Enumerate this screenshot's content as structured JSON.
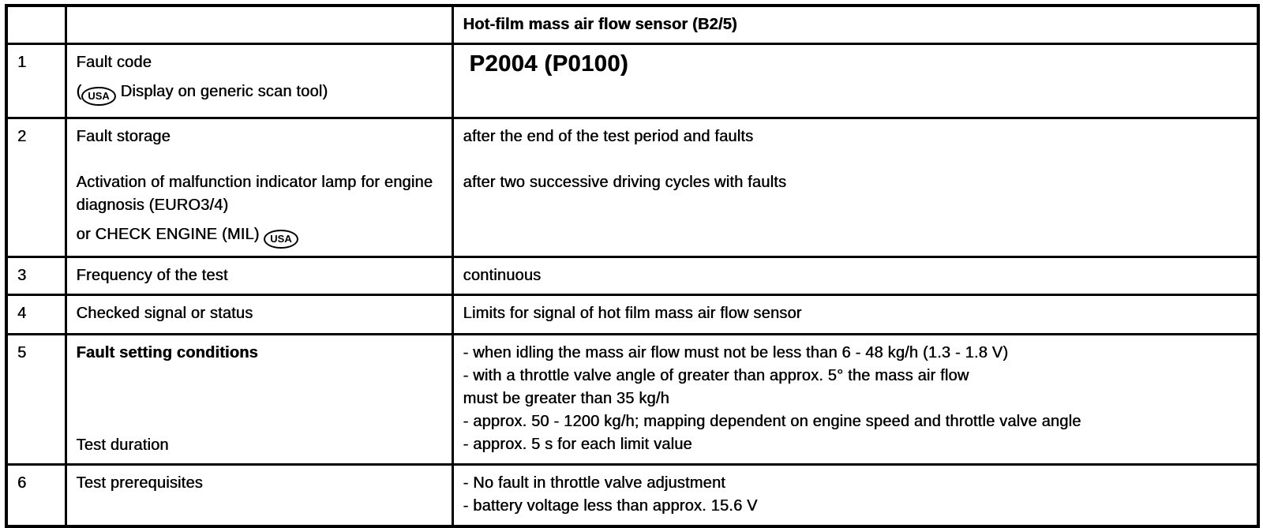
{
  "table": {
    "header_title": "Hot-film mass air flow sensor (B2/5)",
    "row1": {
      "num": "1",
      "label_line1": "Fault code",
      "label_line2_open": "(",
      "usa_badge": "USA",
      "label_line2_rest": "Display on generic scan tool)",
      "value": "P2004 (P0100)"
    },
    "row2": {
      "num": "2",
      "label_line1": "Fault storage",
      "label_line2": "Activation of malfunction indicator lamp for engine diagnosis (EURO3/4)",
      "label_line3_pre": "or CHECK ENGINE (MIL)",
      "usa_badge": "USA",
      "value_line1": "after the end of the test period and faults",
      "value_line2": "after two successive driving cycles with faults"
    },
    "row3": {
      "num": "3",
      "label": "Frequency of the test",
      "value": "continuous"
    },
    "row4": {
      "num": "4",
      "label": "Checked signal or status",
      "value": "Limits for signal of hot film mass air flow sensor"
    },
    "row5": {
      "num": "5",
      "label_top": "Fault setting conditions",
      "label_bottom": "Test duration",
      "value_lines": [
        "- when idling the mass air flow must not be less than 6 - 48 kg/h (1.3 - 1.8 V)",
        "- with a throttle valve angle of greater than approx. 5° the mass air flow",
        "must be greater than 35 kg/h",
        "- approx. 50 - 1200 kg/h; mapping dependent on engine speed and throttle valve angle",
        "- approx. 5 s for each limit value"
      ]
    },
    "row6": {
      "num": "6",
      "label": "Test prerequisites",
      "value_lines": [
        "- No fault in throttle valve adjustment",
        "- battery voltage less than approx. 15.6 V"
      ]
    }
  }
}
